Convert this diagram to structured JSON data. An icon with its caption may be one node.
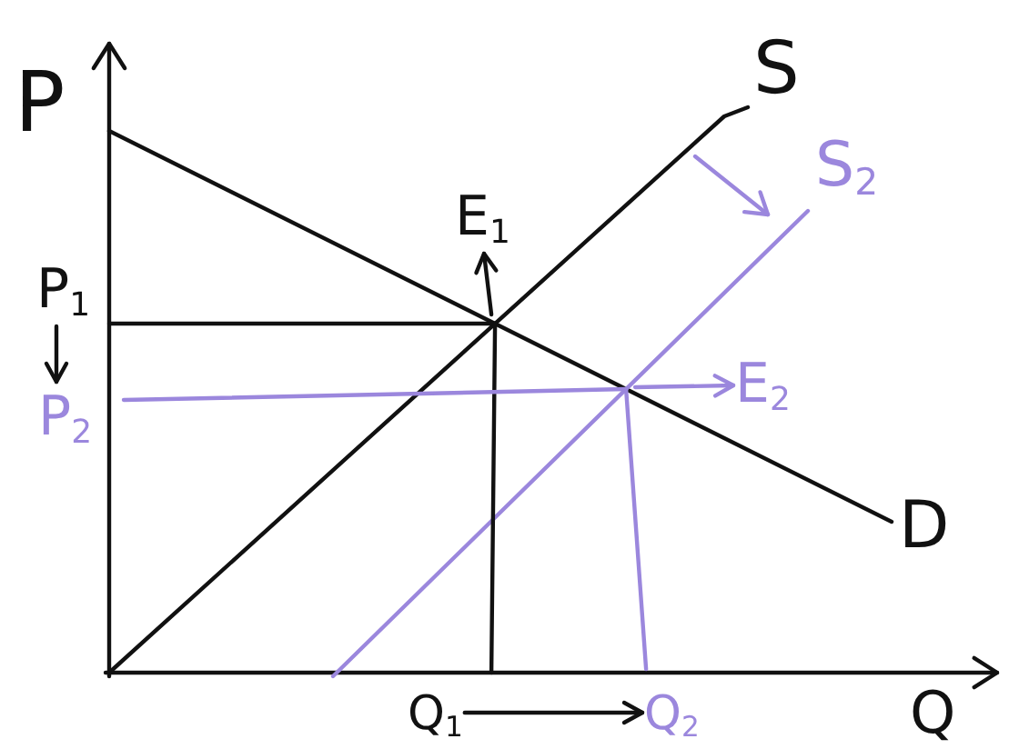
{
  "diagram": {
    "nodes": [
      {
        "text": [
          "E$_{1}$"
        ]
      },
      {
        "text": [
          "P$_{1}$"
        ]
      },
      {
        "text": [
          "P$_{2}$"
        ]
      },
      {
        "text": [
          "E$_{2}$"
        ]
      },
      {
        "text": [
          "Q$_{1}$"
        ]
      },
      {
        "text": [
          "Q$_{2}$"
        ]
      }
    ],
    "edges": [
      {
        "from": 1,
        "to": 2,
        "arrow": "to"
      },
      {
        "from": null,
        "to": 0,
        "arrow": "to"
      },
      {
        "from": null,
        "to": 3,
        "arrow": "to",
        "color": "#9b87dd"
      },
      {
        "from": 4,
        "to": 5,
        "arrow": "to"
      }
    ],
    "labels": [
      "P",
      "S",
      "S$_{2}$",
      "D",
      "Q"
    ]
  }
}
